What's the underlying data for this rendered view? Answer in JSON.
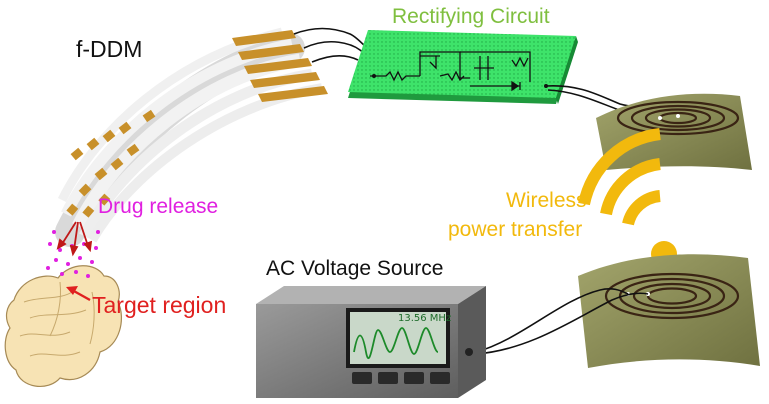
{
  "labels": {
    "f_ddm": "f-DDM",
    "rectifying_circuit": "Rectifying Circuit",
    "drug_release": "Drug release",
    "target_region": "Target region",
    "ac_voltage_source": "AC Voltage Source",
    "wireless_line1": "Wireless",
    "wireless_line2": "power transfer",
    "frequency": "13.56 MHz"
  },
  "colors": {
    "rectifying_circuit": "#7fbf3f",
    "drug_release": "#e020e0",
    "target_region": "#e0201f",
    "wireless": "#f2b90d",
    "circuit_board": "#39e05f",
    "coil_sheet": "#8a8a55",
    "device_body": "#7a7a7a",
    "screen_bg": "#c9d8c9",
    "waveform": "#1d8a2a",
    "brain": "#f7e3b4",
    "electrode_gold": "#c8902a"
  },
  "icons": {
    "brain": "brain-illustration",
    "wifi": "wifi-signal-icon",
    "receiver_coil": "receiver-coil-icon",
    "transmitter_coil": "transmitter-coil-icon",
    "device": "ac-voltage-source-device"
  }
}
